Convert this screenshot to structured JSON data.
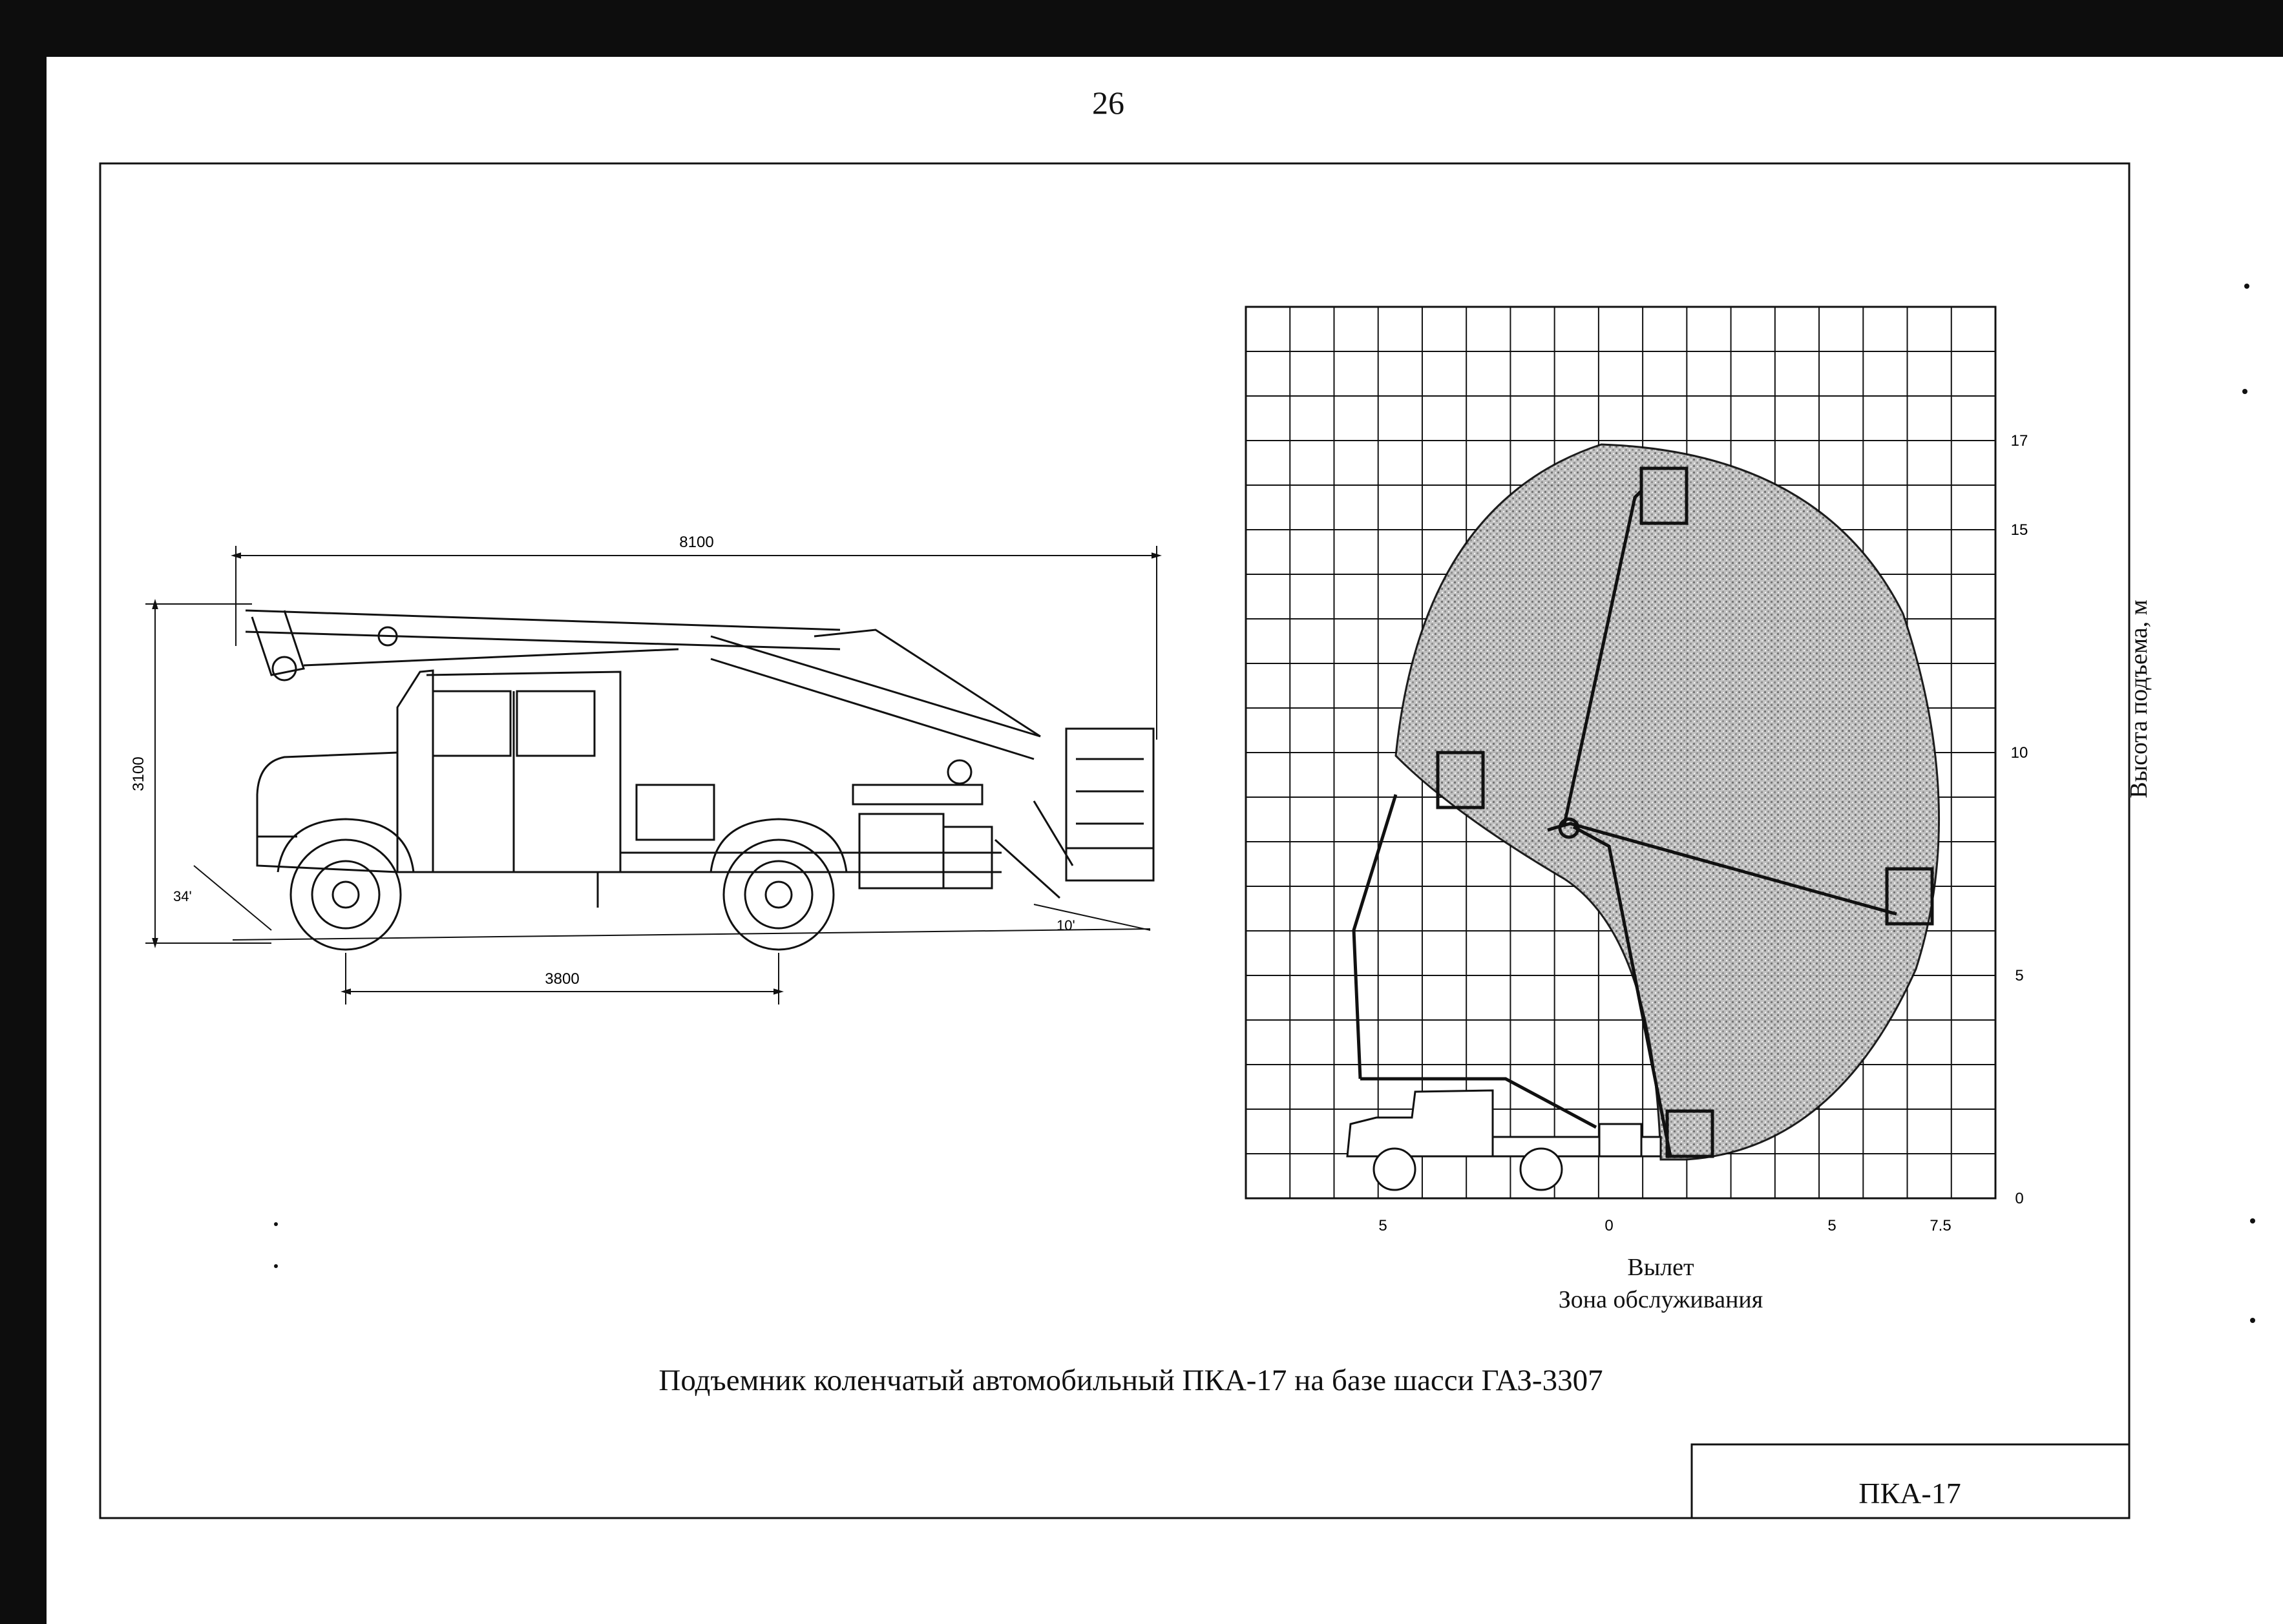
{
  "page": {
    "number": "26"
  },
  "title": "Подъемник коленчатый автомобильный ПКА-17 на базе шасси ГАЗ-3307",
  "stamp": {
    "code": "ПКА-17"
  },
  "truck_drawing": {
    "dimensions": {
      "overall_length": "8100",
      "wheelbase": "3800",
      "overall_height": "3100",
      "front_overhang_angle": "34'",
      "rear_overhang_angle": "10'"
    }
  },
  "service_zone_chart": {
    "x_axis_label": "Вылет",
    "zone_label": "Зона обслуживания",
    "y_axis_label": "Высота подъема, м",
    "x_ticks": [
      "5",
      "0",
      "5",
      "7.5"
    ],
    "y_ticks": [
      "17",
      "15",
      "10",
      "5",
      "0"
    ]
  }
}
